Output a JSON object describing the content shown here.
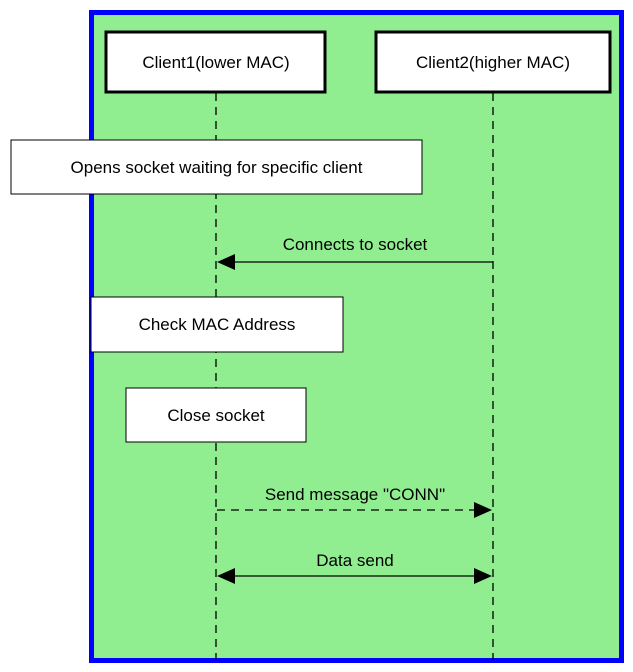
{
  "diagram": {
    "type": "sequence",
    "colors": {
      "background": "#90ee90",
      "frame_border": "#0000ff",
      "box_fill": "#ffffff",
      "ink": "#000000"
    },
    "participants": [
      {
        "id": "client1",
        "label": "Client1(lower MAC)"
      },
      {
        "id": "client2",
        "label": "Client2(higher MAC)"
      }
    ],
    "notes": [
      {
        "id": "opens-socket",
        "text": "Opens socket waiting for specific client"
      },
      {
        "id": "check-mac",
        "text": "Check MAC Address"
      },
      {
        "id": "close-socket",
        "text": "Close socket"
      }
    ],
    "messages": [
      {
        "id": "connects",
        "text": "Connects to socket",
        "from": "client2",
        "to": "client1",
        "style": "solid",
        "heads": "end"
      },
      {
        "id": "send-conn",
        "text": "Send message \"CONN\"",
        "from": "client1",
        "to": "client2",
        "style": "dashed",
        "heads": "end"
      },
      {
        "id": "data-send",
        "text": "Data send",
        "from": "client1",
        "to": "client2",
        "style": "solid",
        "heads": "both"
      }
    ]
  }
}
